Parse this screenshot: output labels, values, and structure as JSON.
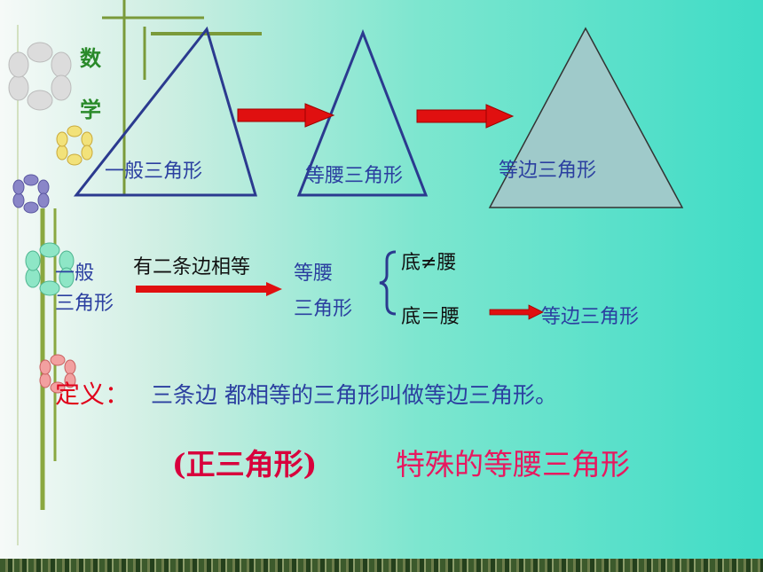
{
  "sidebar": {
    "vertical_title_1": "数",
    "vertical_title_2": "学",
    "icon": "flower-decoration-icon"
  },
  "top_row": {
    "general_label": "一般三角形",
    "isosceles_label": "等腰三角形",
    "equilateral_label": "等边三角形"
  },
  "relation": {
    "general_line1": "一般",
    "general_line2": "三角形",
    "condition": "有二条边相等",
    "isosceles_line1": "等腰",
    "isosceles_line2": "三角形",
    "base_ne_leg": "底≠腰",
    "base_eq_leg": "底＝腰",
    "result": "等边三角形"
  },
  "definition": {
    "label": "定义",
    "colon": "：",
    "text": "三条边 都相等的三角形叫做等边三角形。"
  },
  "notes": {
    "alias": "(正三角形)",
    "special": "特殊的等腰三角形"
  },
  "colors": {
    "outline_blue": "#2b3a8f",
    "arrow_red": "#e01010",
    "equilateral_fill": "#9fcaca"
  }
}
